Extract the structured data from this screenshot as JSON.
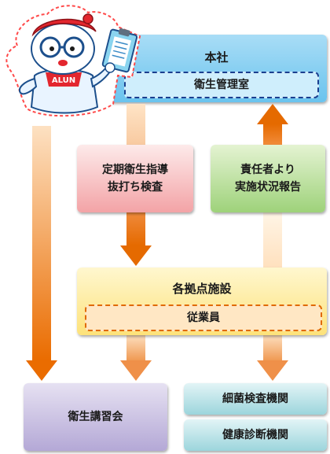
{
  "headquarters": {
    "label": "本社",
    "office_label": "衛生管理室"
  },
  "inspection": {
    "line1": "定期衛生指導",
    "line2": "抜打ち検査"
  },
  "report": {
    "line1": "責任者より",
    "line2": "実施状況報告"
  },
  "facilities": {
    "label": "各拠点施設",
    "staff_label": "従業員"
  },
  "seminar": {
    "label": "衛生講習会"
  },
  "bacteria_lab": {
    "label": "細菌検査機関"
  },
  "health_clinic": {
    "label": "健康診断機関"
  },
  "mascot": {
    "badge_text": "ALUN"
  },
  "colors": {
    "arrow": "#e56a00",
    "headquarters": "#6ac3ee",
    "inspection": "#f3a3a6",
    "report": "#9ed27a",
    "facilities": "#fde27a",
    "seminar": "#b4a8d6",
    "agencies": "#9cd5dc"
  }
}
